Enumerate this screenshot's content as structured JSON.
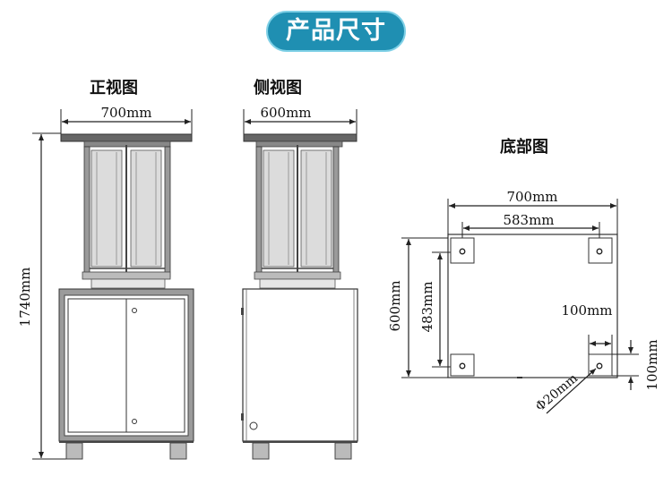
{
  "header": {
    "title": "产品尺寸"
  },
  "views": {
    "front": {
      "label": "正视图",
      "width": "700mm",
      "height": "1740mm"
    },
    "side": {
      "label": "侧视图",
      "width": "600mm"
    },
    "bottom": {
      "label": "底部图",
      "outer_width": "700mm",
      "hole_span_width": "583mm",
      "outer_depth": "600mm",
      "hole_span_depth": "483mm",
      "foot_width": "100mm",
      "foot_depth": "100mm",
      "hole_diameter": "Φ20mm"
    }
  }
}
